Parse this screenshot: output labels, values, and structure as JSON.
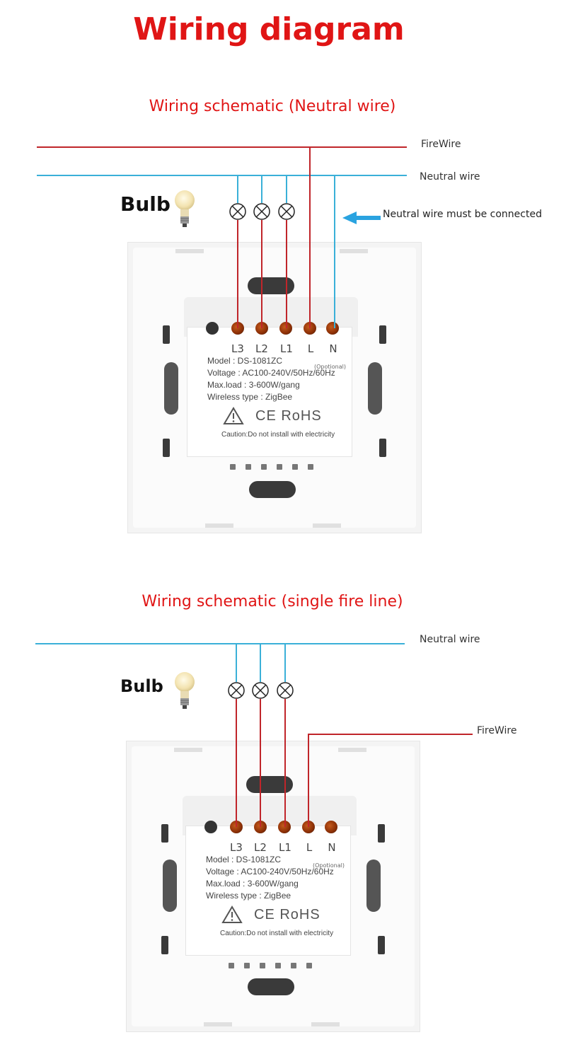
{
  "title": "Wiring diagram",
  "colors": {
    "title": "#e01515",
    "firewire": "#c0252a",
    "neutral": "#3ab0d8",
    "arrow": "#2aa3e0"
  },
  "section_neutral": {
    "title": "Wiring schematic (Neutral wire)",
    "firewire_label": "FireWire",
    "neutral_label": "Neutral wire",
    "bulb_label": "Bulb",
    "note": "Neutral wire must be connected"
  },
  "section_single": {
    "title": "Wiring schematic (single fire line)",
    "neutral_label": "Neutral wire",
    "firewire_label": "FireWire",
    "bulb_label": "Bulb"
  },
  "device": {
    "terminals": [
      "L3",
      "L2",
      "L1",
      "L",
      "N"
    ],
    "optional": "(Opotional)",
    "model": "Model : DS-1081ZC",
    "voltage": "Voltage : AC100-240V/50Hz/60Hz",
    "maxload": "Max.load : 3-600W/gang",
    "wireless": "Wireless type : ZigBee",
    "cert": "CE RoHS",
    "caution": "Caution:Do not install with electricity"
  },
  "icons": {
    "bulb": "lightbulb-icon",
    "lamp": "lamp-x-symbol-icon",
    "arrow": "arrow-left-icon",
    "warning": "warning-triangle-icon",
    "house": "house-icon"
  }
}
